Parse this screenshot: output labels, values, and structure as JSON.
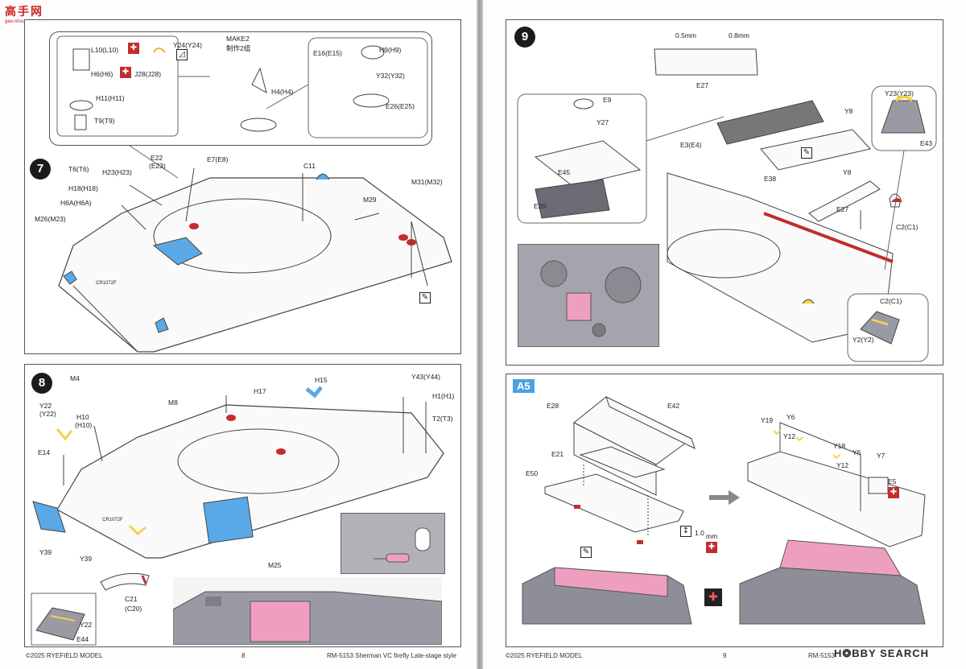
{
  "watermark_top_left": {
    "brand": "高手网",
    "url": "gao-shou.com"
  },
  "watermark_bottom_right": "H❂BBY SEARCH",
  "colors": {
    "blue_part": "#5aa9e6",
    "yellow_pe": "#f2d34a",
    "red_glue": "#c42d2d",
    "pink_mask": "#ee9fbf",
    "grey_model": "#9a9aa4"
  },
  "footer_left": {
    "copyright": "©2025 RYEFIELD MODEL",
    "page_number": "8",
    "product": "RM-5153 Sherman VC firefly Late-stage style"
  },
  "footer_right": {
    "copyright": "©2025 RYEFIELD MODEL",
    "page_number": "9",
    "product": "RM-5153"
  },
  "step7": {
    "badge": "7",
    "inset_labels": [
      "L10(L10)",
      "Y24(Y24)",
      "H6(H6)",
      "J28(J28)",
      "H11(H11)",
      "T9(T9)",
      "MAKE2",
      "制作2组",
      "H4(H4)",
      "E16(E15)",
      "H9(H9)",
      "Y32(Y32)",
      "E26(E25)"
    ],
    "labels": [
      "T6(T6)",
      "H18(H18)",
      "H23(H23)",
      "E22",
      "(E23)",
      "E7(E8)",
      "C11",
      "H6A(H6A)",
      "M29",
      "M31(M32)",
      "M26(M23)"
    ],
    "hull_marking": "CR1072F"
  },
  "step8": {
    "badge": "8",
    "labels": [
      "M4",
      "M8",
      "H17",
      "H15",
      "Y43(Y44)",
      "H1(H1)",
      "T2(T3)",
      "Y22",
      "(Y22)",
      "H10",
      "(H10)",
      "E14",
      "Y39",
      "Y39",
      "C21",
      "(C20)",
      "M25",
      "Y22",
      "E44"
    ],
    "hull_marking": "CR1072F"
  },
  "step9": {
    "badge": "9",
    "labels": [
      "0.5mm",
      "0.8mm",
      "E27",
      "E9",
      "Y27",
      "E45",
      "E20",
      "Y8",
      "Y8",
      "E3(E4)",
      "E38",
      "E27",
      "Y23(Y23)",
      "E43",
      "C2(C1)",
      "C2(C1)",
      "Y2(Y2)"
    ]
  },
  "stepA5": {
    "badge": "A5",
    "labels": [
      "E28",
      "E42",
      "E21",
      "E50",
      "1.0",
      "mm",
      "Y19",
      "Y6",
      "Y12",
      "Y18",
      "Y6",
      "Y7",
      "Y12",
      "E5"
    ]
  }
}
